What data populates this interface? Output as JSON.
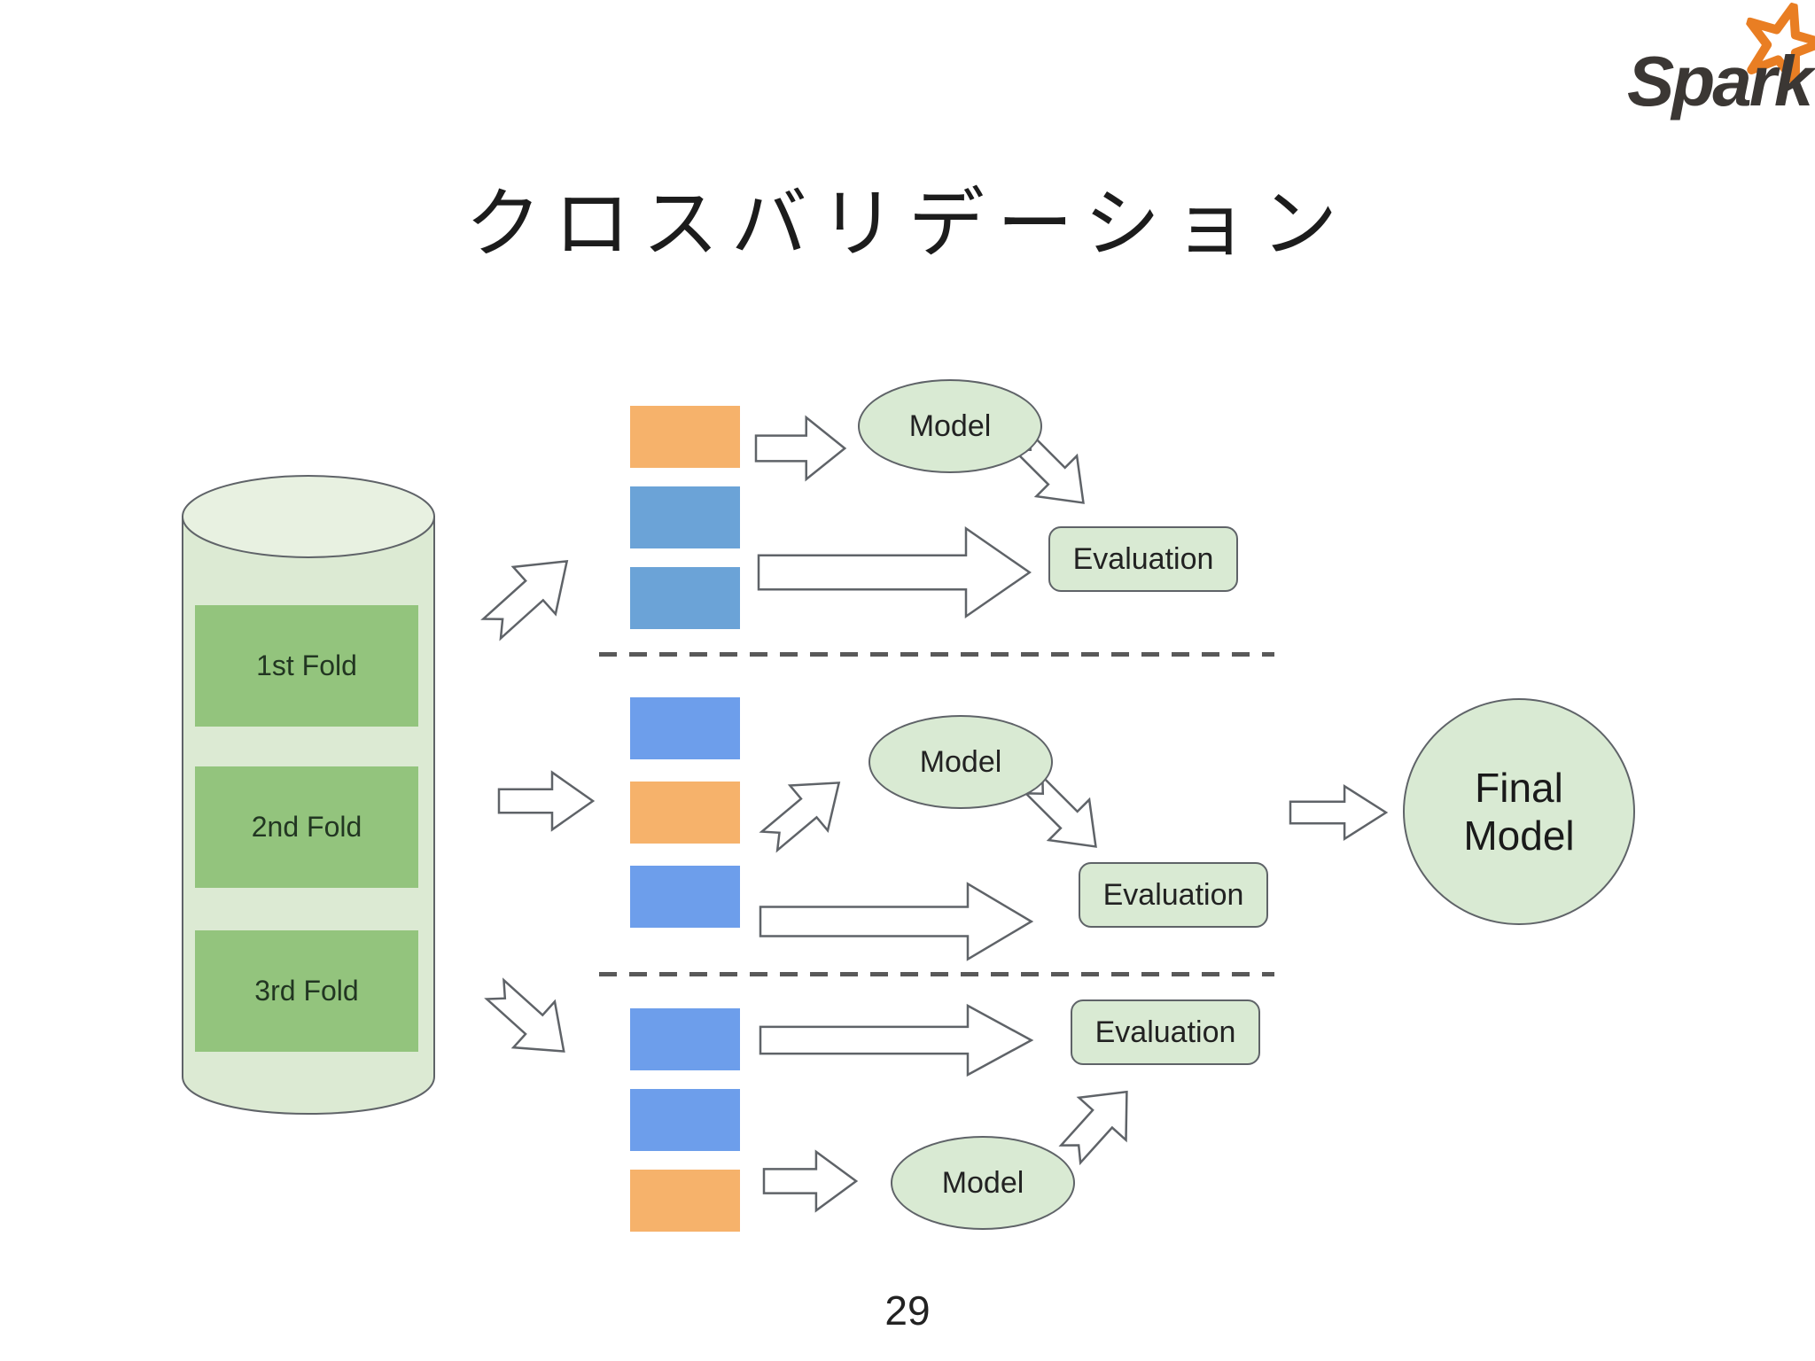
{
  "slide": {
    "title": "クロスバリデーション",
    "page_number": "29"
  },
  "logo": {
    "text": "Spark"
  },
  "cylinder": {
    "folds": [
      {
        "label": "1st Fold"
      },
      {
        "label": "2nd Fold"
      },
      {
        "label": "3rd Fold"
      }
    ]
  },
  "iterations": [
    {
      "id": "fold-1",
      "blocks": [
        "#f6b26b",
        "#6ba3d7",
        "#6ba3d7"
      ],
      "model": "Model",
      "evaluation": "Evaluation"
    },
    {
      "id": "fold-2",
      "blocks": [
        "#6d9eeb",
        "#f6b26b",
        "#6d9eeb"
      ],
      "model": "Model",
      "evaluation": "Evaluation"
    },
    {
      "id": "fold-3",
      "blocks": [
        "#6d9eeb",
        "#6d9eeb",
        "#f6b26b"
      ],
      "model": "Model",
      "evaluation": "Evaluation"
    }
  ],
  "final_model": {
    "label": "Final Model"
  },
  "colors": {
    "block_orange": "#f6b26b",
    "block_blue_muted": "#6ba3d7",
    "block_blue": "#6d9eeb",
    "fold_green": "#93c47d",
    "shape_green": "#d9ead3",
    "cylinder_body": "#dcead3",
    "cylinder_top": "#e8f1e1",
    "outline_gray": "#5f6368",
    "dash_gray": "#595959",
    "logo_orange": "#e97e23",
    "logo_dark": "#3b3734"
  }
}
